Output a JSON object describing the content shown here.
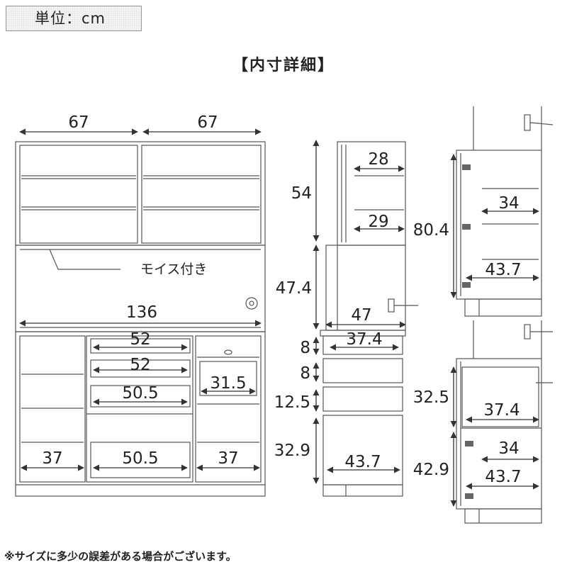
{
  "unit_label": "単位：cm",
  "title": "【内寸詳細】",
  "footnote": "※サイズに多少の誤差がある場合がございます。",
  "front": {
    "top_left_width": "67",
    "top_right_width": "67",
    "moisture_label": "モイス付き",
    "counter_width": "136",
    "drawer1_width": "52",
    "drawer2_width": "52",
    "tray_width": "31.5",
    "drawer3_width": "50.5",
    "bottom_left_width": "37",
    "bottom_center_width": "50.5",
    "bottom_right_width": "37"
  },
  "side": {
    "upper_height": "54",
    "upper_shelf_top": "28",
    "upper_shelf_bottom": "29",
    "middle_height": "47.4",
    "middle_depth": "47",
    "drawer1_height": "8",
    "drawer_inner_depth": "37.4",
    "drawer2_height": "8",
    "drawer3_height": "12.5",
    "bottom_height": "32.9",
    "bottom_depth": "43.7"
  },
  "right_upper": {
    "height": "80.4",
    "shelf_depth": "34",
    "bottom_depth": "43.7"
  },
  "right_lower": {
    "upper_height": "32.5",
    "upper_depth": "37.4",
    "lower_height": "42.9",
    "lower_depth1": "34",
    "lower_depth2": "43.7"
  }
}
